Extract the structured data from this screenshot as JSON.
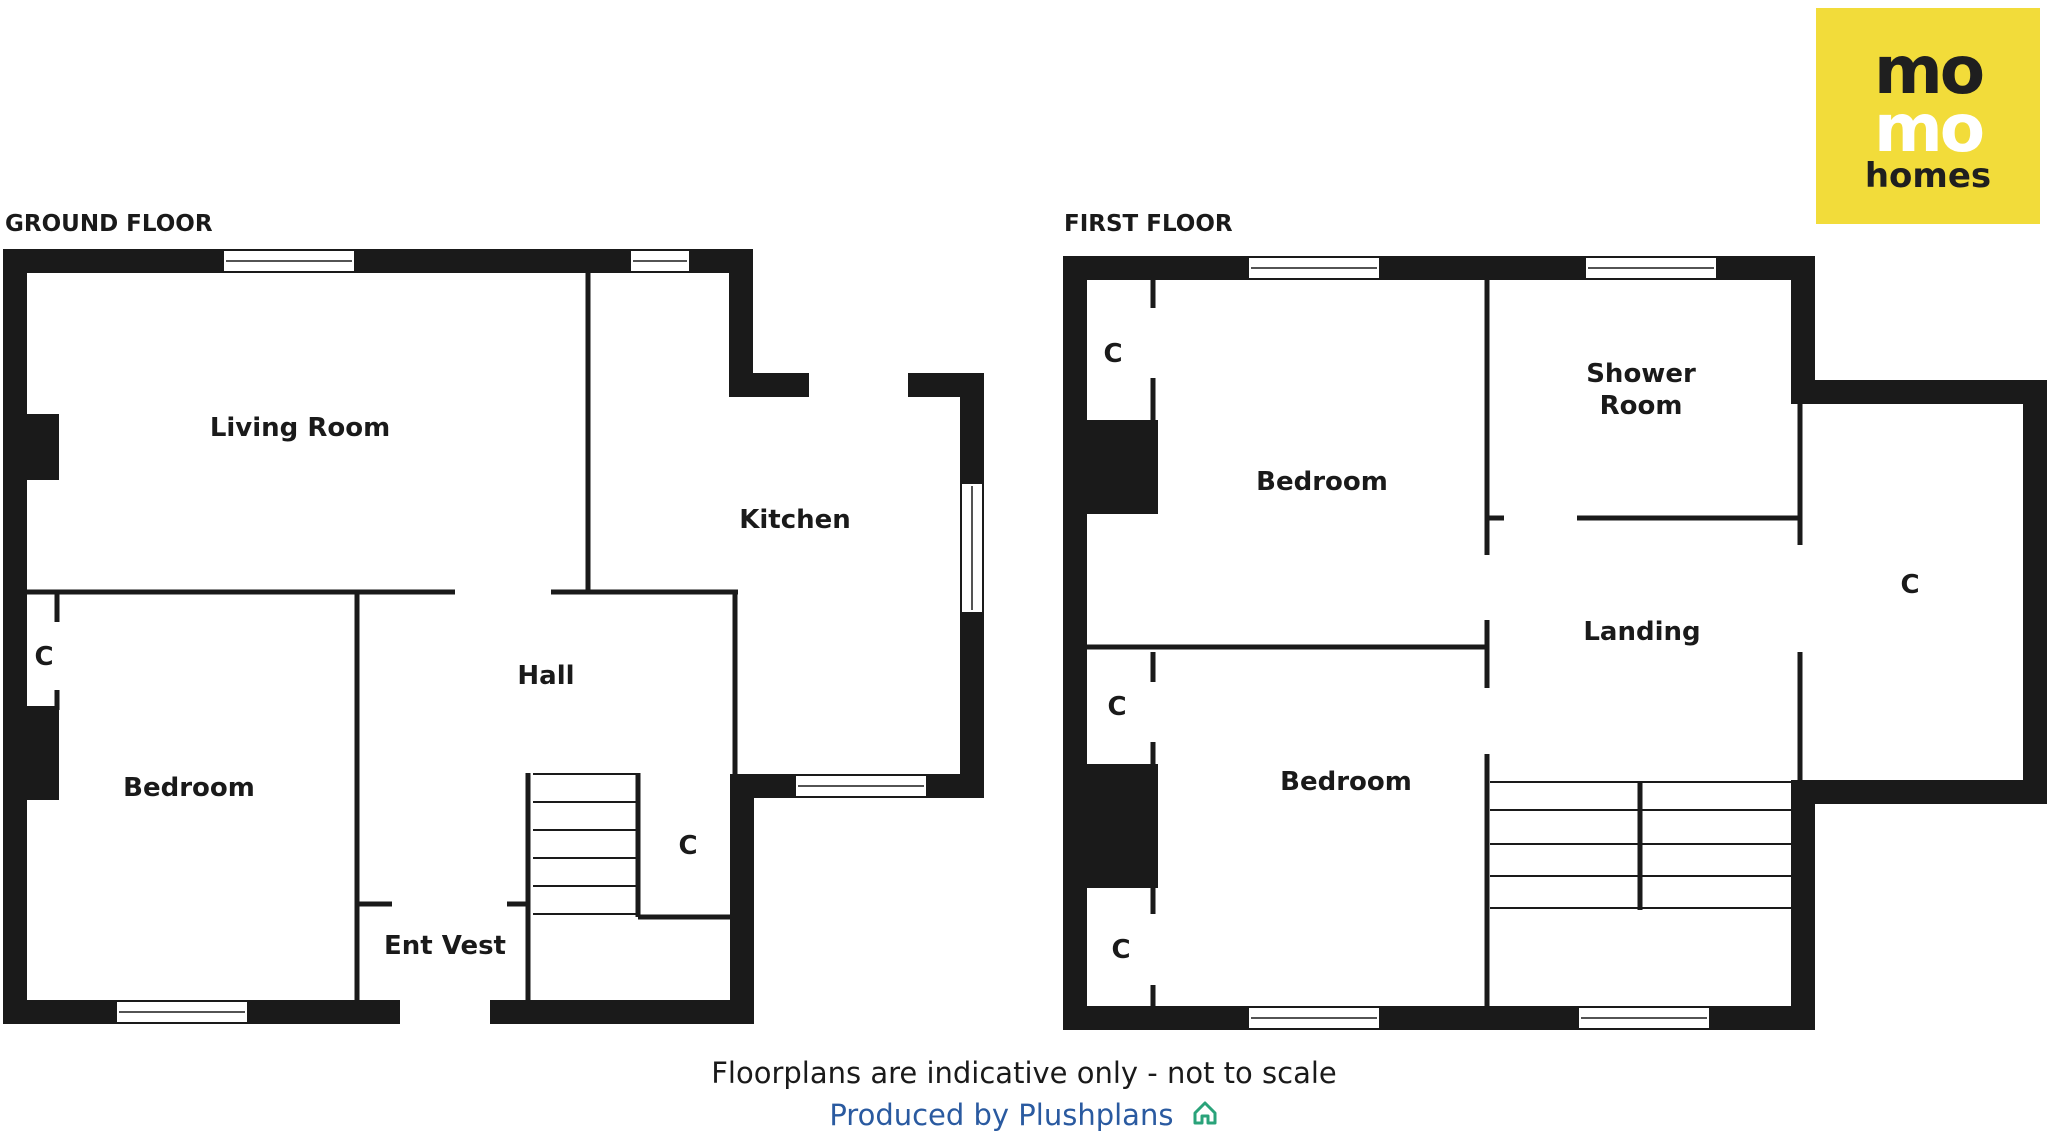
{
  "floors": {
    "ground": {
      "title": "GROUND FLOOR",
      "rooms": {
        "living_room": "Living Room",
        "kitchen": "Kitchen",
        "bedroom": "Bedroom",
        "hall": "Hall",
        "ent_vest": "Ent Vest",
        "cupboard_left": "C",
        "cupboard_stairs": "C"
      }
    },
    "first": {
      "title": "FIRST FLOOR",
      "rooms": {
        "bedroom_top": "Bedroom",
        "shower_room_line1": "Shower",
        "shower_room_line2": "Room",
        "landing": "Landing",
        "bedroom_bottom": "Bedroom",
        "cupboard_top": "C",
        "cupboard_mid": "C",
        "cupboard_bottom": "C",
        "cupboard_right": "C"
      }
    }
  },
  "logo": {
    "line1": "mo",
    "line2": "mo",
    "line3": "homes",
    "background_color": "#f2dc3a"
  },
  "footer": {
    "note": "Floorplans are indicative only - not to scale",
    "credit": "Produced by Plushplans",
    "credit_icon": "house-icon",
    "credit_color": "#2a5aa0"
  },
  "colors": {
    "walls": "#1a1a1a",
    "background": "#ffffff"
  }
}
